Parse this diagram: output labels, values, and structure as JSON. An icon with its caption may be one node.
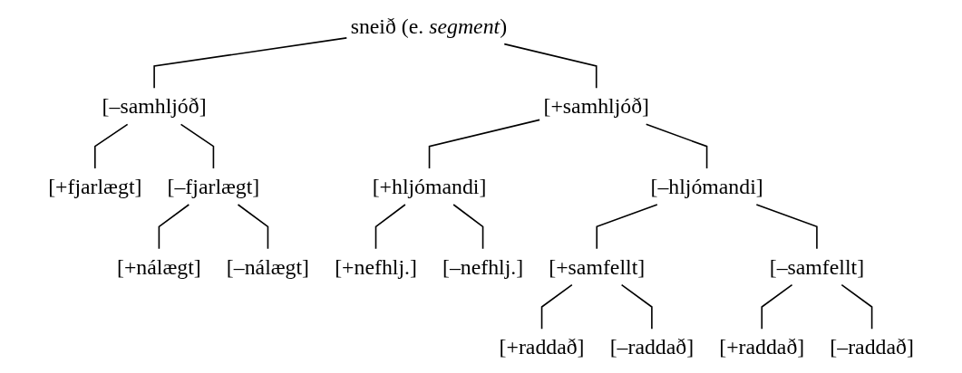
{
  "diagram": {
    "nodes": [
      {
        "text": [
          "sneið (e. *segment*)"
        ]
      },
      {
        "text": [
          "[–samhljóð]"
        ]
      },
      {
        "text": [
          "[+samhljóð]"
        ]
      },
      {
        "text": [
          "[+fjarlægt]"
        ]
      },
      {
        "text": [
          "[–fjarlægt]"
        ]
      },
      {
        "text": [
          "[+hljómandi]"
        ]
      },
      {
        "text": [
          "[–hljómandi]"
        ]
      },
      {
        "text": [
          "[+nálægt]"
        ]
      },
      {
        "text": [
          "[–nálægt]"
        ]
      },
      {
        "text": [
          "[+nefhlj.]"
        ]
      },
      {
        "text": [
          "[–nefhlj.]"
        ]
      },
      {
        "text": [
          "[+samfellt]"
        ]
      },
      {
        "text": [
          "[–samfellt]"
        ]
      },
      {
        "text": [
          "[+raddað]"
        ]
      },
      {
        "text": [
          "[–raddað]"
        ]
      },
      {
        "text": [
          "[+raddað]"
        ]
      },
      {
        "text": [
          "[–raddað]"
        ]
      }
    ],
    "edges": [
      {
        "from": 0,
        "to": 1,
        "arrow": "none"
      },
      {
        "from": 0,
        "to": 2,
        "arrow": "none"
      },
      {
        "from": 1,
        "to": 3,
        "arrow": "none"
      },
      {
        "from": 1,
        "to": 4,
        "arrow": "none"
      },
      {
        "from": 2,
        "to": 5,
        "arrow": "none"
      },
      {
        "from": 2,
        "to": 6,
        "arrow": "none"
      },
      {
        "from": 4,
        "to": 7,
        "arrow": "none"
      },
      {
        "from": 4,
        "to": 8,
        "arrow": "none"
      },
      {
        "from": 5,
        "to": 9,
        "arrow": "none"
      },
      {
        "from": 5,
        "to": 10,
        "arrow": "none"
      },
      {
        "from": 6,
        "to": 11,
        "arrow": "none"
      },
      {
        "from": 6,
        "to": 12,
        "arrow": "none"
      },
      {
        "from": 11,
        "to": 13,
        "arrow": "none"
      },
      {
        "from": 11,
        "to": 14,
        "arrow": "none"
      },
      {
        "from": 12,
        "to": 15,
        "arrow": "none"
      },
      {
        "from": 12,
        "to": 16,
        "arrow": "none"
      }
    ]
  }
}
